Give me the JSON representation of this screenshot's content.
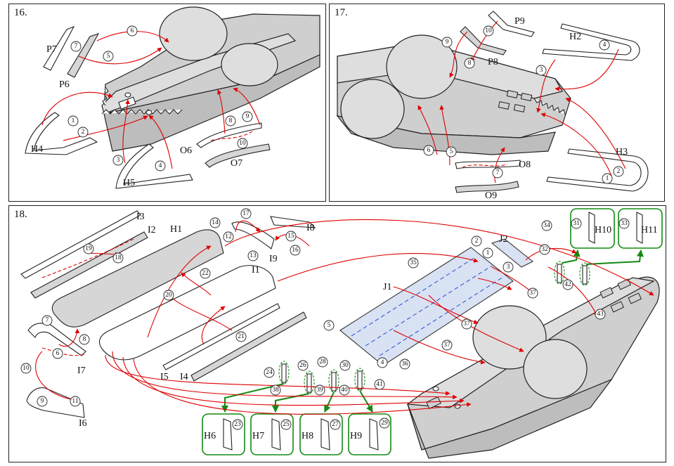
{
  "steps": {
    "s16": {
      "title": "16.",
      "parts": [
        "P7",
        "P6",
        "H4",
        "H5",
        "O6",
        "O7"
      ],
      "nums": [
        "1",
        "2",
        "3",
        "4",
        "5",
        "6",
        "7",
        "8",
        "9",
        "10"
      ]
    },
    "s17": {
      "title": "17.",
      "parts": [
        "P9",
        "P8",
        "H2",
        "H3",
        "O8",
        "O9"
      ],
      "nums": [
        "1",
        "2",
        "3",
        "4",
        "5",
        "6",
        "7",
        "8",
        "9",
        "10"
      ]
    },
    "s18": {
      "title": "18.",
      "parts": [
        "I3",
        "I2",
        "H1",
        "I8",
        "I9",
        "I1",
        "J2",
        "J1",
        "I7",
        "I6",
        "I5",
        "I4",
        "H10",
        "H11",
        "H6",
        "H7",
        "H8",
        "H9"
      ],
      "nums": [
        "1",
        "2",
        "3",
        "4",
        "5",
        "6",
        "7",
        "8",
        "9",
        "10",
        "11",
        "12",
        "13",
        "14",
        "15",
        "16",
        "17",
        "18",
        "19",
        "20",
        "21",
        "22",
        "23",
        "24",
        "25",
        "26",
        "27",
        "28",
        "29",
        "30",
        "31",
        "32",
        "33",
        "34",
        "35",
        "36",
        "37",
        "38",
        "39",
        "40",
        "41",
        "42",
        "43"
      ]
    }
  },
  "colors": {
    "red_path": "#e00000",
    "green_callout": "#138a13",
    "blue_dashed": "#2a4bd8",
    "part_grey": "#cfcfcf",
    "part_blue": "#d8e2f2"
  }
}
